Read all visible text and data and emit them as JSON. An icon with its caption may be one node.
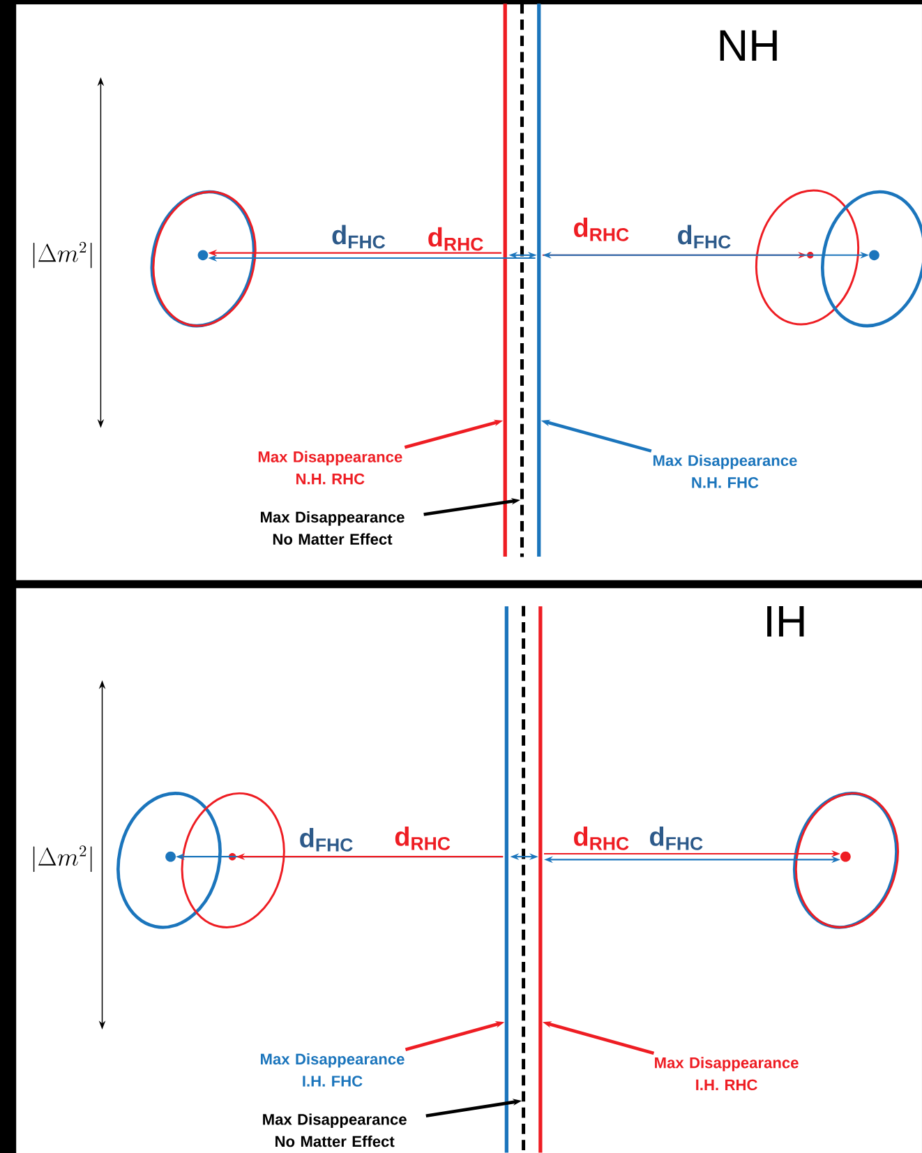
{
  "diagram": {
    "nodes": [
      {
        "text": [],
        "shape": "bar"
      },
      {
        "text": [],
        "shape": "bar"
      },
      {
        "text": [],
        "shape": "bar"
      },
      {
        "text": [],
        "shape": "circle"
      },
      {
        "text": [],
        "shape": "circle"
      },
      {
        "text": [],
        "shape": "circle"
      },
      {
        "text": [
          "Max Disappearance N.H. RHC"
        ]
      },
      {
        "text": [
          "Max Disappearance N.H. FHC"
        ]
      },
      {
        "text": [
          "Max Disappearance No Matter Effect"
        ]
      },
      {
        "text": [],
        "shape": "bar"
      },
      {
        "text": [],
        "shape": "bar"
      },
      {
        "text": [],
        "shape": "bar"
      },
      {
        "text": [],
        "shape": "circle"
      },
      {
        "text": [],
        "shape": "circle"
      },
      {
        "text": [],
        "shape": "circle"
      },
      {
        "text": [
          "Max Disappearance I.H. FHC"
        ]
      },
      {
        "text": [
          "Max Disappearance I.H. RHC"
        ]
      },
      {
        "text": [
          "Max Disappearance No Matter Effect"
        ]
      }
    ],
    "edges": [
      {
        "from": 2,
        "to": 3,
        "arrow": "to",
        "label": "d$_{FHC}$",
        "color": "#1b75bc"
      },
      {
        "from": 0,
        "to": 3,
        "arrow": "to",
        "label": "d$_{RHC}$",
        "color": "#ee1d23"
      },
      {
        "from": 0,
        "to": 2,
        "arrow": "both",
        "color": "#1b75bc"
      },
      {
        "from": 2,
        "to": 4,
        "arrow": "to",
        "label": "d$_{RHC}$",
        "color": "#ee1d23"
      },
      {
        "from": 2,
        "to": 5,
        "arrow": "both",
        "label": "d$_{FHC}$",
        "color": "#1b75bc"
      },
      {
        "from": 6,
        "to": 0,
        "arrow": "to",
        "style": "thick",
        "color": "#ee1d23"
      },
      {
        "from": 7,
        "to": 2,
        "arrow": "to",
        "style": "thick",
        "color": "#1b75bc"
      },
      {
        "from": 8,
        "to": 1,
        "arrow": "to",
        "style": "thick",
        "color": "#000000"
      },
      {
        "from": 9,
        "to": 12,
        "arrow": "to",
        "label": "d$_{FHC}$",
        "color": "#1b75bc"
      },
      {
        "from": 9,
        "to": 13,
        "arrow": "to",
        "label": "d$_{RHC}$",
        "color": "#ee1d23"
      },
      {
        "from": 9,
        "to": 11,
        "arrow": "both",
        "color": "#1b75bc"
      },
      {
        "from": 11,
        "to": 14,
        "arrow": "to",
        "label": "d$_{RHC}$",
        "color": "#ee1d23"
      },
      {
        "from": 11,
        "to": 14,
        "arrow": "both",
        "label": "d$_{FHC}$",
        "color": "#1b75bc"
      },
      {
        "from": 15,
        "to": 9,
        "arrow": "to",
        "style": "thick",
        "color": "#ee1d23"
      },
      {
        "from": 16,
        "to": 11,
        "arrow": "to",
        "style": "thick",
        "color": "#ee1d23"
      },
      {
        "from": 17,
        "to": 10,
        "arrow": "to",
        "style": "thick",
        "color": "#000000"
      }
    ],
    "labels": [
      "NH",
      "|\\Delta m^2|",
      "IH",
      "|\\Delta m^2|"
    ]
  }
}
